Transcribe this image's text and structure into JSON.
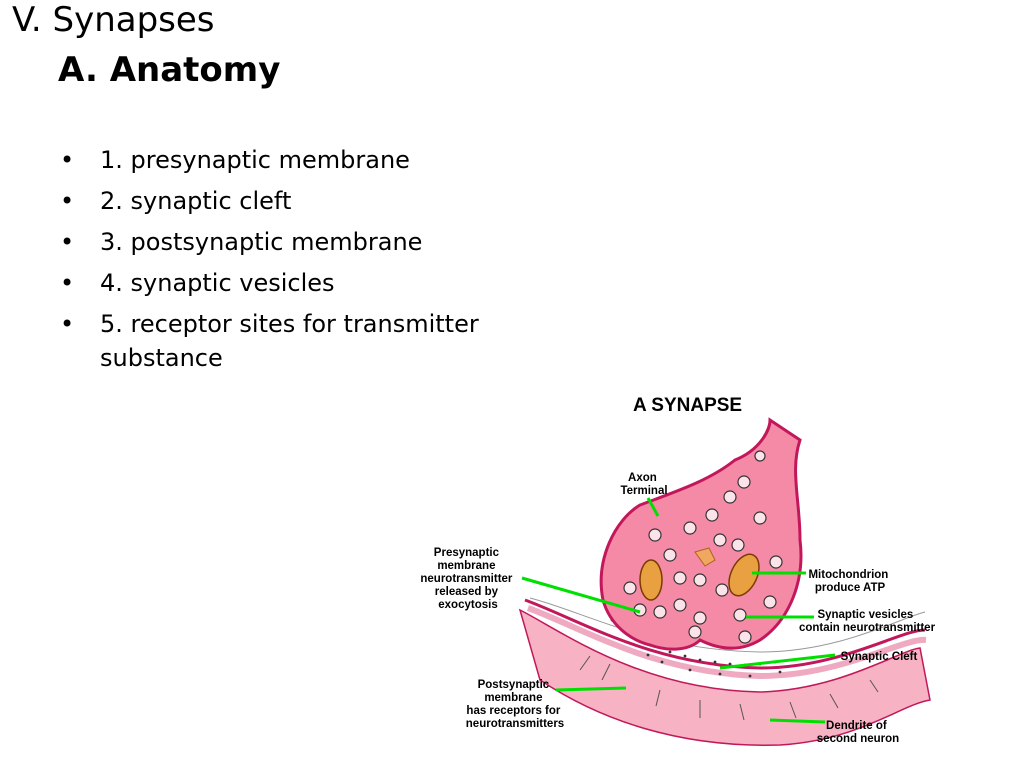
{
  "slide": {
    "title": "V.  Synapses",
    "subtitle": "A.  Anatomy",
    "bullets": [
      "1.  presynaptic membrane",
      "2.  synaptic cleft",
      "3.  postsynaptic membrane",
      "4.  synaptic vesicles",
      "5.  receptor sites for transmitter substance"
    ]
  },
  "diagram": {
    "title": "A SYNAPSE",
    "labels": {
      "axon_terminal": [
        "Axon",
        "Terminal"
      ],
      "presynaptic": [
        "Presynaptic",
        "membrane",
        "neurotransmitter",
        "released by",
        "exocytosis"
      ],
      "mitochondrion": [
        "Mitochondrion",
        "produce ATP"
      ],
      "vesicles": [
        "Synaptic vesicles",
        "contain neurotransmitter"
      ],
      "cleft": [
        "Synaptic Cleft"
      ],
      "postsynaptic": [
        "Postsynaptic",
        "membrane",
        "has receptors for",
        "neurotransmitters"
      ],
      "dendrite": [
        "Dendrite of",
        "second neuron"
      ]
    },
    "colors": {
      "tissue": "#f58aa6",
      "tissue_dark": "#c2185b",
      "pointer": "#00e000",
      "mito": "#e8a040"
    }
  }
}
